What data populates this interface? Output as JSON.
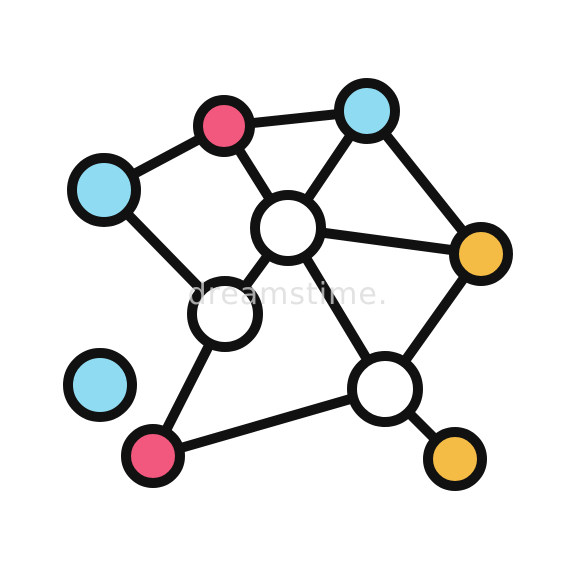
{
  "watermark": {
    "text": "dreamstime.",
    "color": "#d8d8d8"
  },
  "colors": {
    "background": "#ffffff",
    "outline": "#111111",
    "blue": "#8fdcf2",
    "pink": "#f2577d",
    "yellow": "#f5bc45",
    "white": "#ffffff"
  },
  "nodes": [
    {
      "id": "pink-top",
      "color": "pink"
    },
    {
      "id": "blue-top",
      "color": "blue"
    },
    {
      "id": "blue-left",
      "color": "blue"
    },
    {
      "id": "white-center",
      "color": "white"
    },
    {
      "id": "yellow-right",
      "color": "yellow"
    },
    {
      "id": "white-middle-left",
      "color": "white"
    },
    {
      "id": "white-bottom-right",
      "color": "white"
    },
    {
      "id": "blue-isolated",
      "color": "blue"
    },
    {
      "id": "pink-bottom",
      "color": "pink"
    },
    {
      "id": "yellow-bottom",
      "color": "yellow"
    }
  ],
  "edges": [
    [
      "blue-left",
      "pink-top"
    ],
    [
      "pink-top",
      "blue-top"
    ],
    [
      "blue-left",
      "white-middle-left"
    ],
    [
      "pink-top",
      "white-center"
    ],
    [
      "blue-top",
      "white-center"
    ],
    [
      "blue-top",
      "yellow-right"
    ],
    [
      "white-center",
      "yellow-right"
    ],
    [
      "white-center",
      "white-middle-left"
    ],
    [
      "white-center",
      "white-bottom-right"
    ],
    [
      "yellow-right",
      "white-bottom-right"
    ],
    [
      "white-middle-left",
      "pink-bottom"
    ],
    [
      "pink-bottom",
      "white-bottom-right"
    ],
    [
      "white-bottom-right",
      "yellow-bottom"
    ]
  ]
}
